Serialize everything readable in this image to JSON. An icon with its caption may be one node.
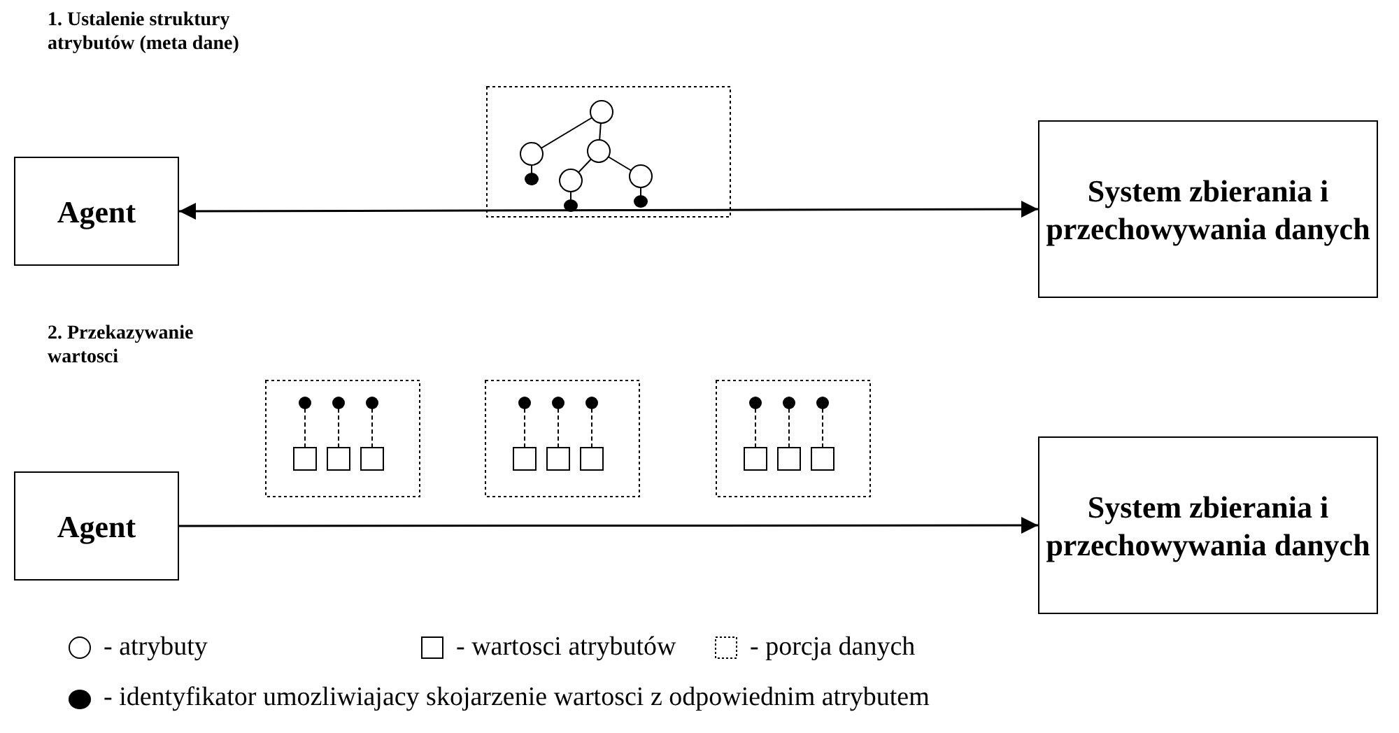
{
  "diagram": {
    "nodes": [
      {
        "text": [
          "Agent"
        ]
      },
      {
        "text": [
          "System zbierania i przechowywania danych"
        ]
      },
      {
        "text": [
          "Agent"
        ]
      },
      {
        "text": [
          "System zbierania i przechowywania danych"
        ]
      }
    ],
    "edges": [
      {
        "from": 0,
        "to": 1,
        "arrow": "both"
      },
      {
        "from": 2,
        "to": 3,
        "arrow": "to"
      }
    ],
    "labels": [
      "1. Ustalenie struktury atrybutów (meta dane)",
      "2. Przekazywanie wartosci"
    ],
    "legend": [
      {
        "text": "- atrybuty"
      },
      {
        "text": "- wartosci atrybutów"
      },
      {
        "text": "- porcja danych"
      },
      {
        "text": "- identyfikator umozliwiajacy skojarzenie wartosci z odpowiednim atrybutem"
      }
    ]
  }
}
